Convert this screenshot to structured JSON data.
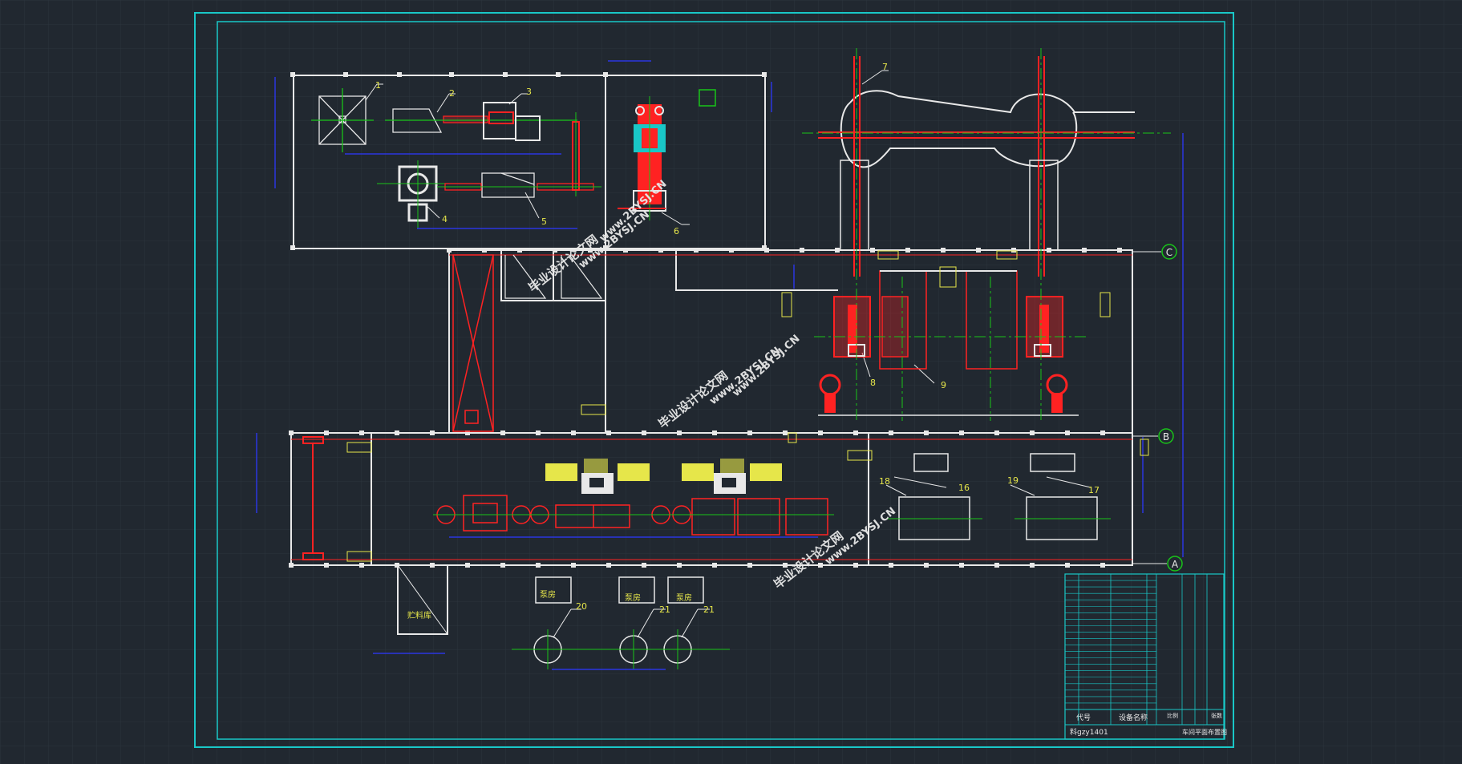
{
  "colors": {
    "background": "#212830",
    "grid": "#2c343d",
    "frame": "#19c7c7",
    "wall": "#e8e8e8",
    "equipment": "#ff2222",
    "centerline": "#19c419",
    "dimension": "#2a36e0",
    "label": "#e6e64a",
    "watermark": "#e8e8e8"
  },
  "axes": {
    "a": "A",
    "b": "B",
    "c": "C"
  },
  "equipment_numbers": {
    "n1": "1",
    "n2": "2",
    "n3": "3",
    "n4": "4",
    "n5": "5",
    "n6": "6",
    "n7": "7",
    "n8": "8",
    "n9": "9",
    "n16": "16",
    "n17": "17",
    "n18": "18",
    "n19": "19",
    "n20": "20",
    "n21a": "21",
    "n21b": "21"
  },
  "room_labels": {
    "pump_1": "泵房",
    "pump_2": "泵房",
    "pump_3": "泵房",
    "storage": "贮料库"
  },
  "watermarks": {
    "wm1": "毕业设计论文网",
    "wm1b": "www.2BYSJ.CN",
    "wm2": "www.2BYSJ.CN",
    "wm3": "毕业设计论文网",
    "wm3b": "www.2BYSJ.CN",
    "wm4": "www.2BYSJ.CN",
    "wm5": "毕业设计论文网",
    "wm5b": "www.2BYSJ.CN"
  },
  "title_block": {
    "header_code": "代号",
    "header_name": "设备名称",
    "drawing_no": "料gzy1401",
    "title": "车间平面布置图",
    "scale_label": "比例",
    "sheet_label": "张数",
    "row_count": 21
  }
}
